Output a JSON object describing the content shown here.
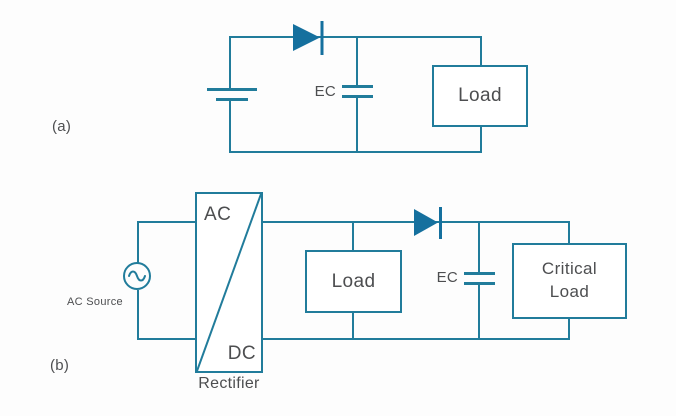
{
  "diagram": {
    "colors": {
      "wire": "#217c9b",
      "diode_fill": "#15709e",
      "label_text": "#4d4e50",
      "background": "#fdfdfd"
    },
    "circuit_a": {
      "label": "(a)",
      "ec_label": "EC",
      "load_label": "Load"
    },
    "circuit_b": {
      "label": "(b)",
      "ac_source_label": "AC Source",
      "rectifier_ac_label": "AC",
      "rectifier_dc_label": "DC",
      "rectifier_name": "Rectifier",
      "load_label": "Load",
      "ec_label": "EC",
      "critical_load_line1": "Critical",
      "critical_load_line2": "Load"
    }
  }
}
